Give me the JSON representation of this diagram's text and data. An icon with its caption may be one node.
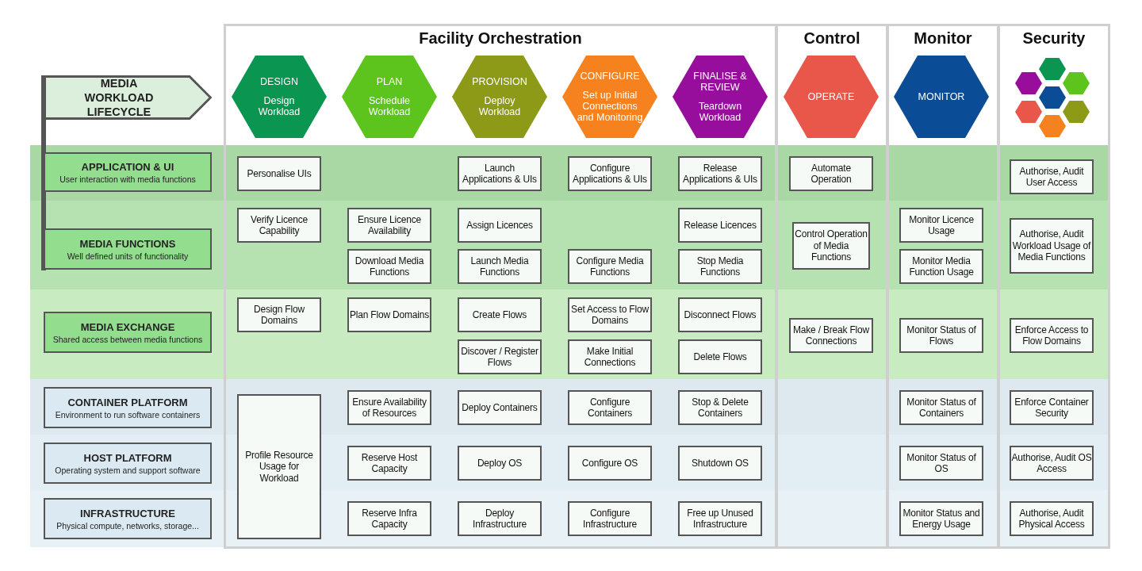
{
  "diagram": {
    "nodes": [
      {
        "text": [
          "MEDIA WORKLOAD LIFECYCLE"
        ]
      },
      {
        "text": [
          "Facility Orchestration"
        ]
      },
      {
        "text": [
          "Control"
        ]
      },
      {
        "text": [
          "Monitor"
        ]
      },
      {
        "text": [
          "Security"
        ]
      },
      {
        "text": [
          "DESIGN",
          "Design Workload"
        ],
        "in": 1
      },
      {
        "text": [
          "PLAN",
          "Schedule Workload"
        ],
        "in": 1
      },
      {
        "text": [
          "PROVISION",
          "Deploy Workload"
        ],
        "in": 1
      },
      {
        "text": [
          "CONFIGURE",
          "Set up Initial Connections and Monitoring"
        ],
        "in": 1
      },
      {
        "text": [
          "FINALISE & REVIEW",
          "Teardown Workload"
        ],
        "in": 1
      },
      {
        "text": [
          "OPERATE"
        ],
        "in": 2
      },
      {
        "text": [
          "MONITOR"
        ],
        "in": 3
      },
      {
        "text": [
          "APPLICATION & UI",
          "User interaction with media functions"
        ]
      },
      {
        "text": [
          "Personalise UIs"
        ],
        "in": 1
      },
      {
        "text": [
          "Launch Applications & UIs"
        ],
        "in": 1
      },
      {
        "text": [
          "Configure Applications & UIs"
        ],
        "in": 1
      },
      {
        "text": [
          "Release Applications & UIs"
        ],
        "in": 1
      },
      {
        "text": [
          "Automate Operation"
        ],
        "in": 2
      },
      {
        "text": [
          "Authorise, Audit User Access"
        ],
        "in": 4
      },
      {
        "text": [
          "MEDIA FUNCTIONS",
          "Well defined units of functionality"
        ]
      },
      {
        "text": [
          "Verify Licence Capability"
        ],
        "in": 1
      },
      {
        "text": [
          "Ensure Licence Availability"
        ],
        "in": 1
      },
      {
        "text": [
          "Assign Licences"
        ],
        "in": 1
      },
      {
        "text": [
          "Release Licences"
        ],
        "in": 1
      },
      {
        "text": [
          "Control Operation of Media Functions"
        ],
        "in": 2
      },
      {
        "text": [
          "Monitor Licence Usage"
        ],
        "in": 3
      },
      {
        "text": [
          "Authorise, Audit Workload Usage of Media Functions"
        ],
        "in": 4
      },
      {
        "text": [
          "Download Media Functions"
        ],
        "in": 1
      },
      {
        "text": [
          "Launch Media Functions"
        ],
        "in": 1
      },
      {
        "text": [
          "Configure Media Functions"
        ],
        "in": 1
      },
      {
        "text": [
          "Stop Media Functions"
        ],
        "in": 1
      },
      {
        "text": [
          "Monitor Media Function Usage"
        ],
        "in": 3
      },
      {
        "text": [
          "MEDIA EXCHANGE",
          "Shared access between media functions"
        ]
      },
      {
        "text": [
          "Design Flow Domains"
        ],
        "in": 1
      },
      {
        "text": [
          "Plan Flow Domains"
        ],
        "in": 1
      },
      {
        "text": [
          "Create Flows"
        ],
        "in": 1
      },
      {
        "text": [
          "Set Access to Flow Domains"
        ],
        "in": 1
      },
      {
        "text": [
          "Disconnect Flows"
        ],
        "in": 1
      },
      {
        "text": [
          "Make / Break Flow Connections"
        ],
        "in": 2
      },
      {
        "text": [
          "Monitor Status of Flows"
        ],
        "in": 3
      },
      {
        "text": [
          "Enforce Access to Flow Domains"
        ],
        "in": 4
      },
      {
        "text": [
          "Discover / Register Flows"
        ],
        "in": 1
      },
      {
        "text": [
          "Make Initial Connections"
        ],
        "in": 1
      },
      {
        "text": [
          "Delete Flows"
        ],
        "in": 1
      },
      {
        "text": [
          "CONTAINER PLATFORM",
          "Environment to run software containers"
        ]
      },
      {
        "text": [
          "Profile Resource Usage for Workload"
        ],
        "in": 1
      },
      {
        "text": [
          "Ensure Availability of Resources"
        ],
        "in": 1
      },
      {
        "text": [
          "Deploy Containers"
        ],
        "in": 1
      },
      {
        "text": [
          "Configure Containers"
        ],
        "in": 1
      },
      {
        "text": [
          "Stop & Delete Containers"
        ],
        "in": 1
      },
      {
        "text": [
          "Monitor Status of Containers"
        ],
        "in": 3
      },
      {
        "text": [
          "Enforce Container Security"
        ],
        "in": 4
      },
      {
        "text": [
          "HOST PLATFORM",
          "Operating system and support software"
        ]
      },
      {
        "text": [
          "Reserve Host Capacity"
        ],
        "in": 1
      },
      {
        "text": [
          "Deploy OS"
        ],
        "in": 1
      },
      {
        "text": [
          "Configure OS"
        ],
        "in": 1
      },
      {
        "text": [
          "Shutdown OS"
        ],
        "in": 1
      },
      {
        "text": [
          "Monitor Status of OS"
        ],
        "in": 3
      },
      {
        "text": [
          "Authorise, Audit OS Access"
        ],
        "in": 4
      },
      {
        "text": [
          "INFRASTRUCTURE",
          "Physical compute, networks, storage..."
        ]
      },
      {
        "text": [
          "Reserve Infra Capacity"
        ],
        "in": 1
      },
      {
        "text": [
          "Deploy Infrastructure"
        ],
        "in": 1
      },
      {
        "text": [
          "Configure Infrastructure"
        ],
        "in": 1
      },
      {
        "text": [
          "Free up Unused Infrastructure"
        ],
        "in": 1
      },
      {
        "text": [
          "Monitor Status and Energy Usage"
        ],
        "in": 3
      },
      {
        "text": [
          "Authorise, Audit Physical Access"
        ],
        "in": 4
      }
    ]
  }
}
